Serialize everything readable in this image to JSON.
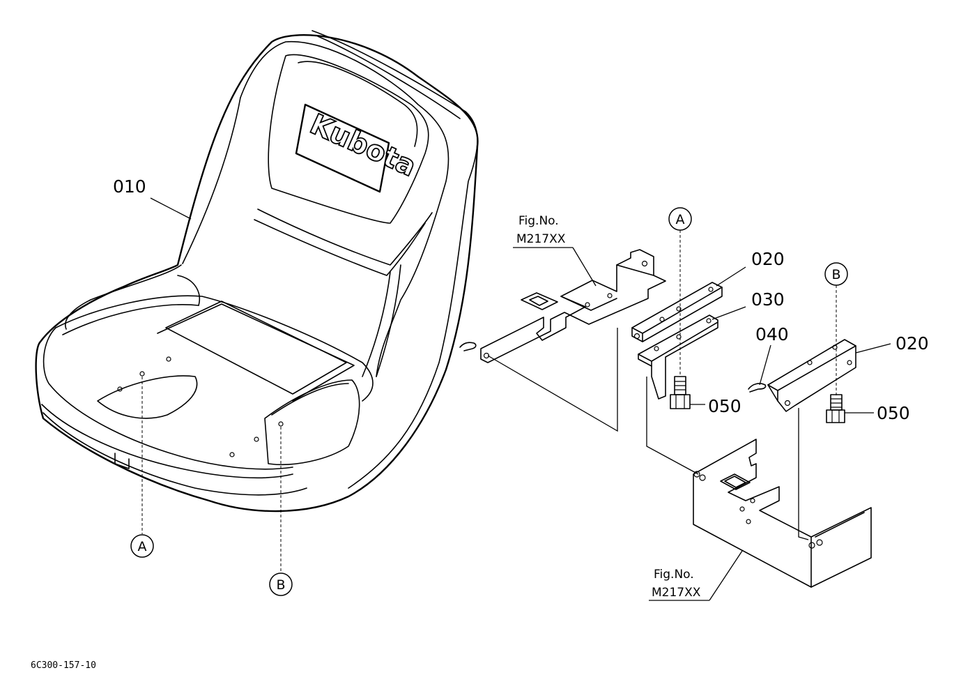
{
  "part_labels": {
    "seat": "010",
    "bracket_top": "020",
    "bracket_right": "020",
    "bracket_lower": "030",
    "pin": "040",
    "bolt_left": "050",
    "bolt_right": "050"
  },
  "reference_markers": {
    "a_top": "A",
    "a_bottom": "A",
    "b_top": "B",
    "b_bottom": "B"
  },
  "figure_refs": {
    "upper": {
      "line1": "Fig.No.",
      "line2": "M217XX"
    },
    "lower": {
      "line1": "Fig.No.",
      "line2": "M217XX"
    }
  },
  "seat_logo": "Kubota",
  "drawing_code": "6C300-157-10"
}
